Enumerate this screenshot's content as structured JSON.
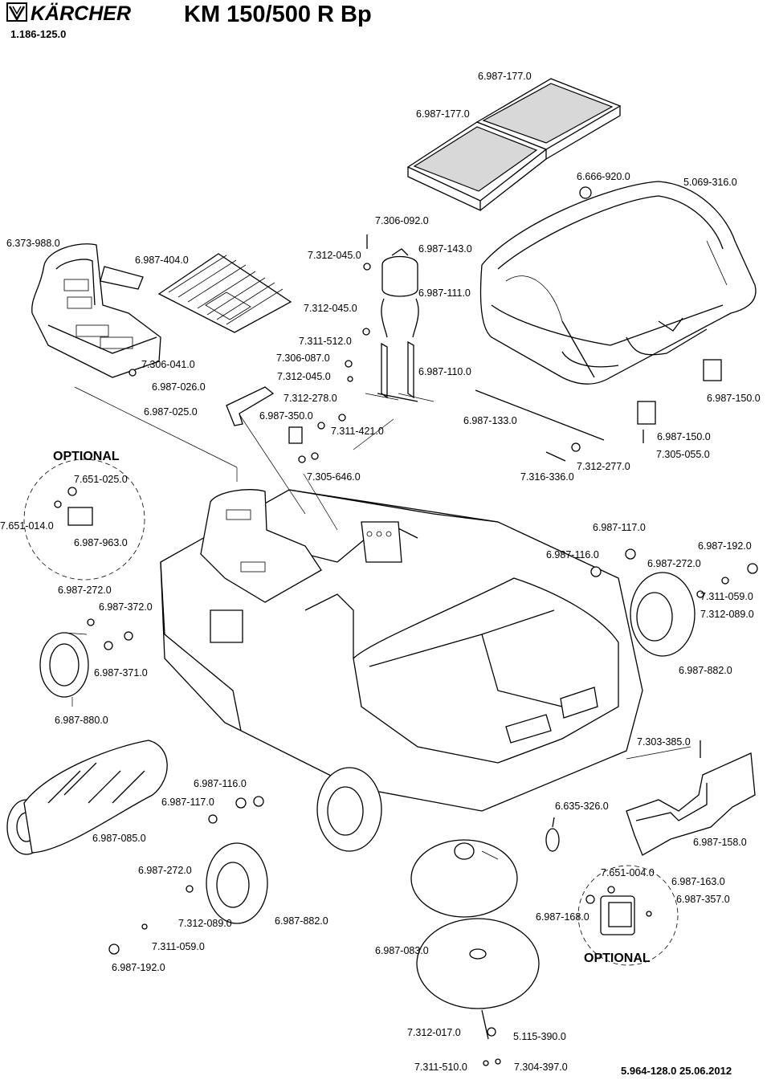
{
  "header": {
    "brand": "KÄRCHER",
    "title": "KM 150/500 R Bp",
    "doc_number": "1.186-125.0"
  },
  "footer": {
    "reference": "5.964-128.0  25.06.2012"
  },
  "optional_labels": {
    "left": "OPTIONAL",
    "right": "OPTIONAL"
  },
  "parts": {
    "p01": "6.987-177.0",
    "p02": "6.987-177.0",
    "p03": "6.666-920.0",
    "p04": "5.069-316.0",
    "p05": "7.306-092.0",
    "p06": "6.373-988.0",
    "p07": "6.987-404.0",
    "p08": "7.312-045.0",
    "p09": "6.987-143.0",
    "p10": "6.987-111.0",
    "p11": "7.312-045.0",
    "p12": "7.311-512.0",
    "p13": "7.306-087.0",
    "p14": "7.306-041.0",
    "p15": "7.312-045.0",
    "p16": "6.987-110.0",
    "p17": "6.987-026.0",
    "p18": "7.312-278.0",
    "p19": "6.987-025.0",
    "p20": "6.987-350.0",
    "p21": "6.987-133.0",
    "p22": "7.311-421.0",
    "p23": "6.987-150.0",
    "p24": "6.987-150.0",
    "p25": "7.305-055.0",
    "p26": "7.312-277.0",
    "p27": "7.651-025.0",
    "p28": "7.305-646.0",
    "p29": "7.316-336.0",
    "p30": "7.651-014.0",
    "p31": "6.987-963.0",
    "p32": "6.987-117.0",
    "p33": "6.987-116.0",
    "p34": "6.987-192.0",
    "p35": "6.987-272.0",
    "p36": "6.987-272.0",
    "p37": "6.987-372.0",
    "p38": "7.311-059.0",
    "p39": "7.312-089.0",
    "p40": "6.987-371.0",
    "p41": "6.987-882.0",
    "p42": "6.987-880.0",
    "p43": "7.303-385.0",
    "p44": "6.987-116.0",
    "p45": "6.987-117.0",
    "p46": "6.635-326.0",
    "p47": "6.987-085.0",
    "p48": "6.987-158.0",
    "p49": "6.987-272.0",
    "p50": "7.651-004.0",
    "p51": "6.987-163.0",
    "p52": "6.987-357.0",
    "p53": "6.987-168.0",
    "p54": "7.312-089.0",
    "p55": "6.987-882.0",
    "p56": "7.311-059.0",
    "p57": "6.987-083.0",
    "p58": "6.987-192.0",
    "p59": "7.312-017.0",
    "p60": "5.115-390.0",
    "p61": "7.311-510.0",
    "p62": "7.304-397.0"
  }
}
